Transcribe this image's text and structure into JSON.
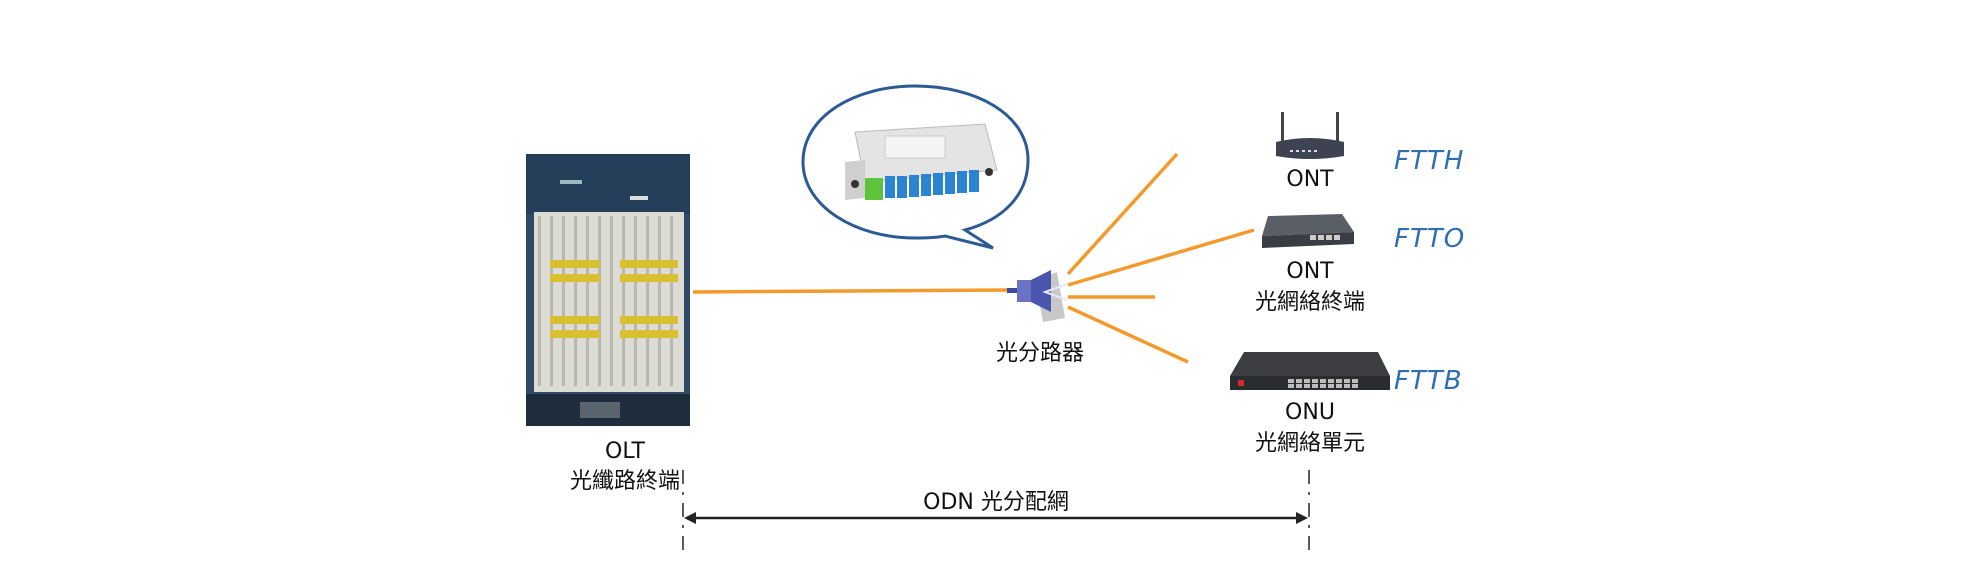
{
  "diagram": {
    "olt": {
      "title": "OLT",
      "subtitle": "光纖路終端"
    },
    "splitter": {
      "label": "光分路器"
    },
    "ont_ftth": {
      "title": "ONT",
      "access_type": "FTTH"
    },
    "ont_ftto": {
      "title": "ONT",
      "subtitle": "光網絡終端",
      "access_type": "FTTO"
    },
    "onu_fttb": {
      "title": "ONU",
      "subtitle": "光網絡單元",
      "access_type": "FTTB"
    },
    "odn": {
      "label": "ODN 光分配網"
    },
    "colors": {
      "fiber": "#f39a2c",
      "access_type_text": "#2f6db5",
      "bubble_outline": "#2b5a94",
      "splitter": "#5a64b8"
    }
  }
}
